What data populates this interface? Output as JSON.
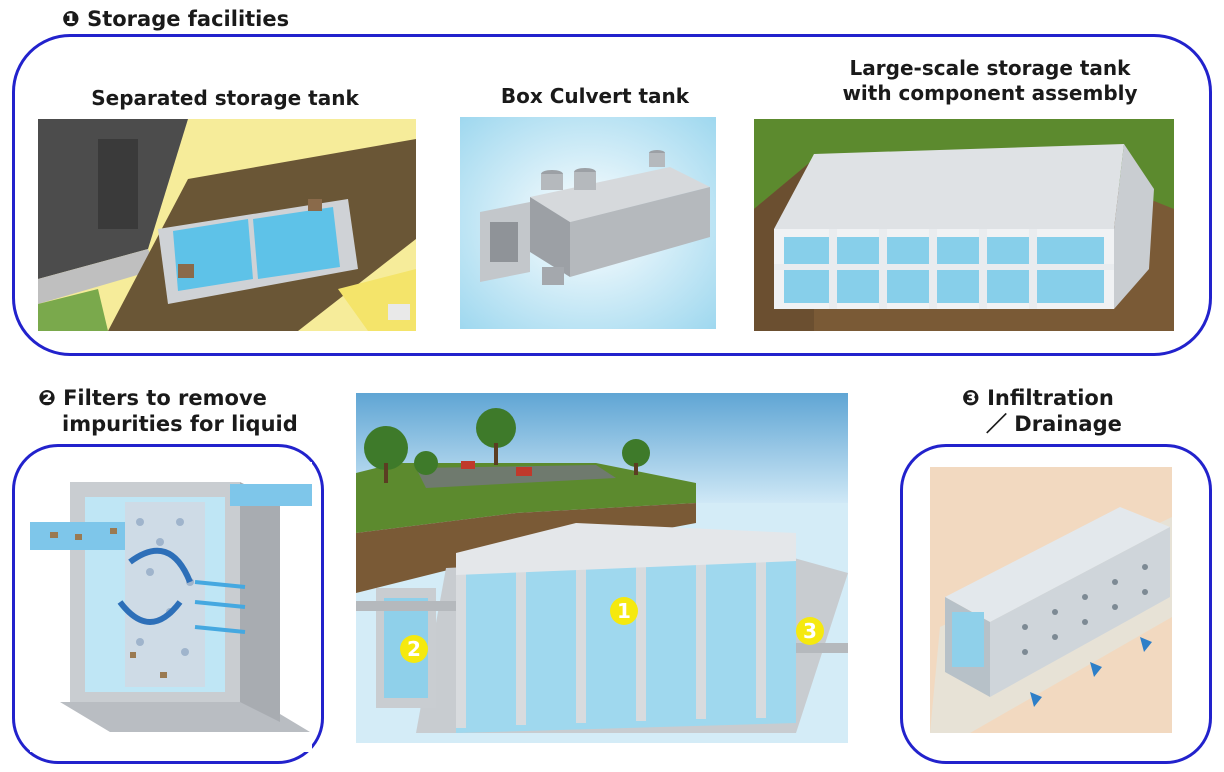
{
  "section1": {
    "heading": "❶ Storage facilities",
    "panels": [
      {
        "caption": "Separated storage tank"
      },
      {
        "caption": "Box Culvert tank"
      },
      {
        "caption_lines": [
          "Large-scale storage tank",
          "with component assembly"
        ]
      }
    ]
  },
  "section2": {
    "heading_lines": [
      "❷ Filters to remove",
      "impurities for liquid"
    ]
  },
  "section3": {
    "heading_lines": [
      "❸ Infiltration",
      "／ Drainage"
    ]
  },
  "center": {
    "markers": [
      "1",
      "2",
      "3"
    ]
  },
  "colors": {
    "frame_border": "#2222cc",
    "marker_fill": "#f5e90f",
    "water": "#8fd4ea",
    "concrete": "#d9dcdf",
    "grass": "#5c8a2e",
    "soil": "#7a5a36"
  }
}
